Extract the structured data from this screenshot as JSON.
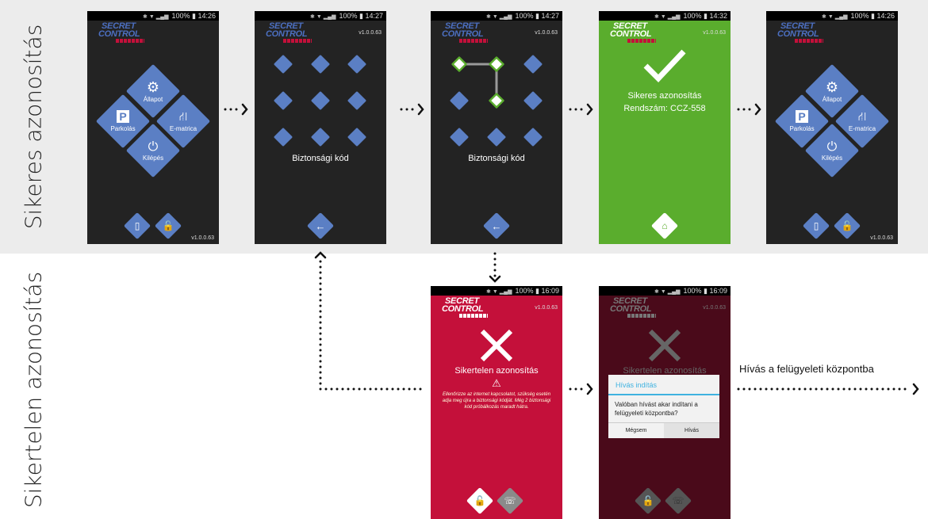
{
  "labels": {
    "success": "Sikeres azonosítás",
    "failure": "Sikertelen azonosítás",
    "call_caption": "Hívás a felügyeleti központba"
  },
  "logo": {
    "line1": "SECRET",
    "line2": "CONTROL"
  },
  "version": "v1.0.0.63",
  "phones": [
    {
      "time": "14:26",
      "battery": "100%",
      "menu": {
        "status": "Állapot",
        "parking": "Parkolás",
        "vignette": "E-matrica",
        "exit": "Kilépés"
      }
    },
    {
      "time": "14:27",
      "battery": "100%",
      "title": "Biztonsági kód"
    },
    {
      "time": "14:27",
      "battery": "100%",
      "title": "Biztonsági kód",
      "pattern_selected": [
        0,
        1,
        4
      ]
    },
    {
      "time": "14:32",
      "battery": "100%",
      "title": "Sikeres azonosítás",
      "plate": "Rendszám: CCZ-558"
    },
    {
      "time": "14:26",
      "battery": "100%",
      "menu": {
        "status": "Állapot",
        "parking": "Parkolás",
        "vignette": "E-matrica",
        "exit": "Kilépés"
      }
    },
    {
      "time": "16:09",
      "battery": "100%",
      "title": "Sikertelen azonosítás",
      "message": "Ellenőrizze az internet kapcsolatot, szükség esetén adja meg újra a biztonsági kódját. Még 2 biztonsági kód próbálkozás maradt hátra."
    },
    {
      "time": "16:09",
      "battery": "100%",
      "title": "Sikertelen azonosítás",
      "dialog": {
        "title": "Hívás indítás",
        "message": "Valóban hívást akar indítani a felügyeleti központba?",
        "cancel": "Mégsem",
        "confirm": "Hívás"
      }
    }
  ],
  "colors": {
    "accent": "#5b7fc4",
    "success": "#5aad2d",
    "error": "#c4103a",
    "error_dim": "#4a0a1a",
    "background": "#232323"
  }
}
